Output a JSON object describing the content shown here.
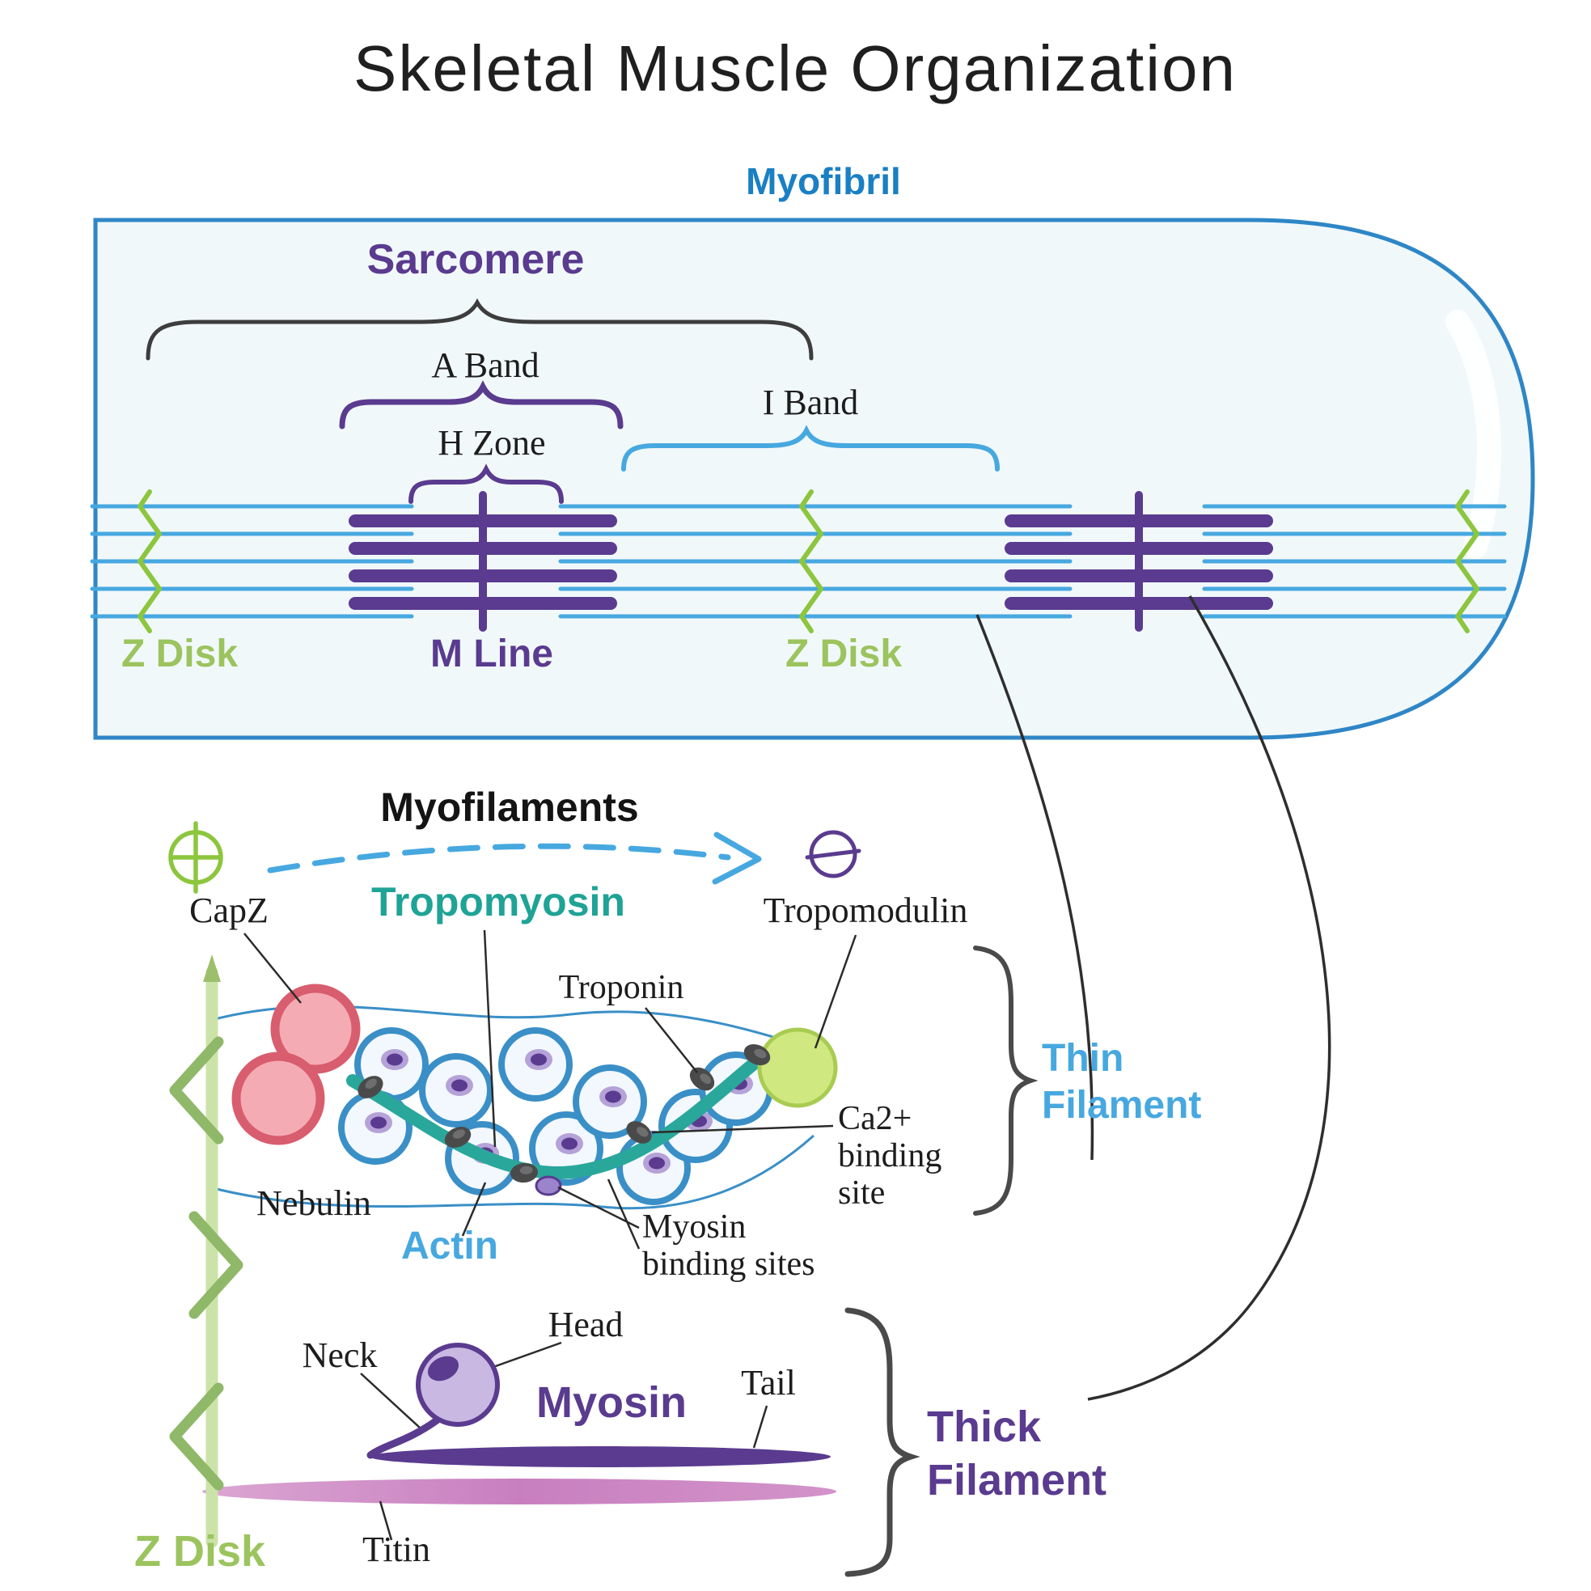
{
  "title": "Skeletal Muscle Organization",
  "myofibril": {
    "label": "Myofibril",
    "sarcomere": "Sarcomere",
    "a_band": "A Band",
    "h_zone": "H Zone",
    "i_band": "I Band",
    "z_disk_left": "Z Disk",
    "m_line": "M Line",
    "z_disk_right": "Z Disk"
  },
  "myofilaments": {
    "heading": "Myofilaments",
    "capz": "CapZ",
    "tropomyosin": "Tropomyosin",
    "tropomodulin": "Tropomodulin",
    "troponin": "Troponin",
    "ca_line1": "Ca2+",
    "ca_line2": "binding",
    "ca_line3": "site",
    "nebulin": "Nebulin",
    "actin": "Actin",
    "mbs_line1": "Myosin",
    "mbs_line2": "binding sites",
    "thin_line1": "Thin",
    "thin_line2": "Filament"
  },
  "myosin": {
    "neck": "Neck",
    "head": "Head",
    "name": "Myosin",
    "tail": "Tail",
    "titin": "Titin",
    "z_disk": "Z Disk",
    "thick_line1": "Thick",
    "thick_line2": "Filament"
  },
  "icons": {
    "plus_end": "circled-plus-icon",
    "minus_end": "circled-minus-icon"
  },
  "colors": {
    "title_text": "#1f1f1f",
    "myofibril_blue": "#1a7fc4",
    "purple": "#5a3b8f",
    "light_blue": "#47a8e0",
    "filament_green": "#8cc63e",
    "label_green": "#9bc45e",
    "teal": "#1fa396",
    "capz_pink": "#f5abb3",
    "capz_border": "#d85d6e",
    "tropomodulin_green": "#cfe880",
    "titin_pink": "#cd87c3",
    "troponin_gray": "#4a4a4a",
    "brace_dark": "#3d3d3d",
    "cylinder_fill": "#f1f8fa",
    "cylinder_border": "#2e86c6"
  }
}
